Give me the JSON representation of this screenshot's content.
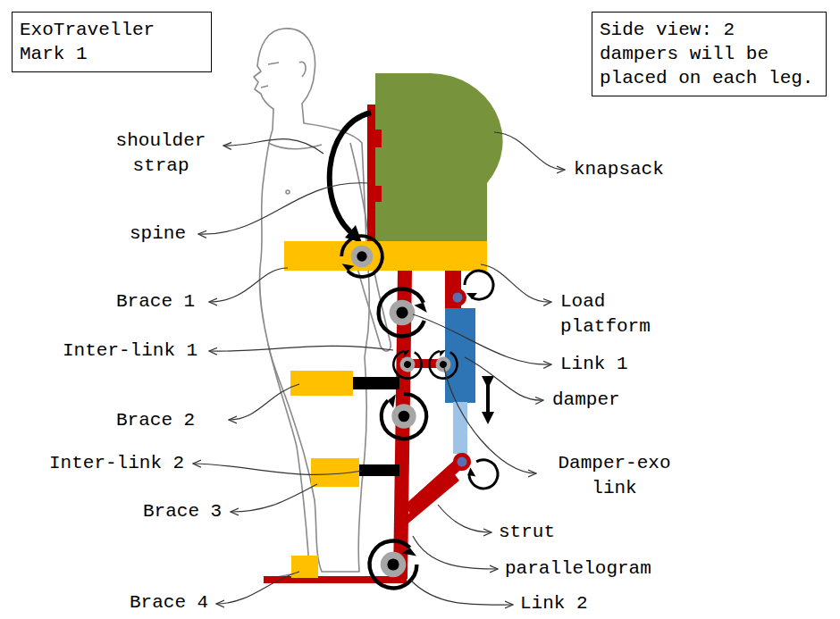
{
  "diagram": {
    "nodes": [
      {
        "text": [
          "ExoTraveller Mark 1"
        ]
      },
      {
        "text": [
          "Side view: 2 dampers will be placed on each leg."
        ]
      }
    ],
    "labels": [
      "shoulder strap",
      "knapsack",
      "spine",
      "Brace 1",
      "Load platform",
      "Inter-link 1",
      "Link 1",
      "damper",
      "Brace 2",
      "Inter-link 2",
      "Damper-exo link",
      "Brace 3",
      "strut",
      "parallelogram",
      "Brace 4",
      "Link 2"
    ]
  }
}
